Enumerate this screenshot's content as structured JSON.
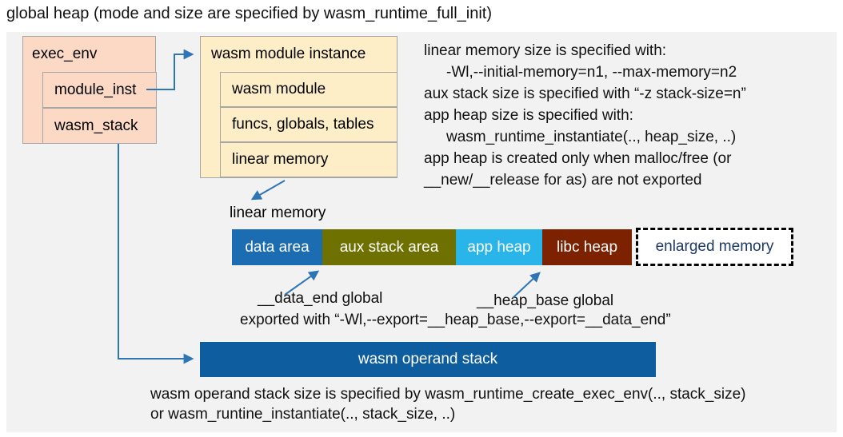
{
  "title": "global heap (mode and size are specified by wasm_runtime_full_init)",
  "exec_env_box": {
    "title": "exec_env",
    "rows": [
      "module_inst",
      "wasm_stack"
    ]
  },
  "module_instance_box": {
    "title": "wasm module instance",
    "rows": [
      "wasm module",
      "funcs, globals, tables",
      "linear memory"
    ]
  },
  "notes_right": {
    "lines": [
      "linear memory size is specified with:",
      "-Wl,--initial-memory=n1, --max-memory=n2",
      "aux stack size is specified with “-z stack-size=n”",
      "app heap size is specified with:",
      "wasm_runtime_instantiate(.., heap_size, ..)",
      "app heap is created only when malloc/free (or",
      "__new/__release for as) are not exported"
    ]
  },
  "linear_memory": {
    "label": "linear memory",
    "segments": [
      {
        "label": "data area",
        "color": "#1b6cb0"
      },
      {
        "label": "aux stack area",
        "color": "#6e7100"
      },
      {
        "label": "app heap",
        "color": "#29b5ea"
      },
      {
        "label": "libc heap",
        "color": "#7c2200"
      },
      {
        "label": "enlarged memory",
        "color": "#ffffff",
        "border": "dashed-black",
        "text_color": "#1f3864"
      }
    ]
  },
  "annotations": {
    "data_end": "__data_end global",
    "heap_base": "__heap_base global",
    "exported": "exported with “-Wl,--export=__heap_base,--export=__data_end”"
  },
  "operand_stack": {
    "label": "wasm operand stack",
    "color": "#0d5d9f"
  },
  "footer": {
    "lines": [
      "wasm operand stack size is specified by wasm_runtime_create_exec_env(.., stack_size)",
      "or wasm_runtine_instantiate(.., stack_size, ..)"
    ]
  },
  "colors": {
    "panel_background": "#f2f2f2",
    "box_peach": "#fbd9c5",
    "box_cream": "#fdeec8",
    "box_border": "#a6a6a6",
    "arrow_blue": "#2e75b6",
    "enlarged_memory_text": "#1f3864"
  }
}
